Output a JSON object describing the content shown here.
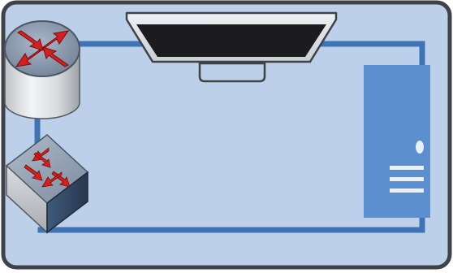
{
  "diagram": {
    "components": [
      {
        "id": "router",
        "icon": "router-icon"
      },
      {
        "id": "switch",
        "icon": "switch-icon"
      },
      {
        "id": "monitor",
        "icon": "monitor-icon"
      },
      {
        "id": "server",
        "icon": "server-tower-icon"
      }
    ],
    "connections": [
      {
        "from": "router",
        "to": "monitor"
      },
      {
        "from": "monitor",
        "to": "server"
      },
      {
        "from": "router",
        "to": "switch"
      },
      {
        "from": "switch",
        "to": "server"
      }
    ]
  },
  "colors": {
    "background": "#bcd0ea",
    "frame": "#3f4347",
    "link": "#3f73b4",
    "server": "#5b8fcf",
    "arrow": "#d61f1f",
    "screen": "#1c1c1e"
  }
}
